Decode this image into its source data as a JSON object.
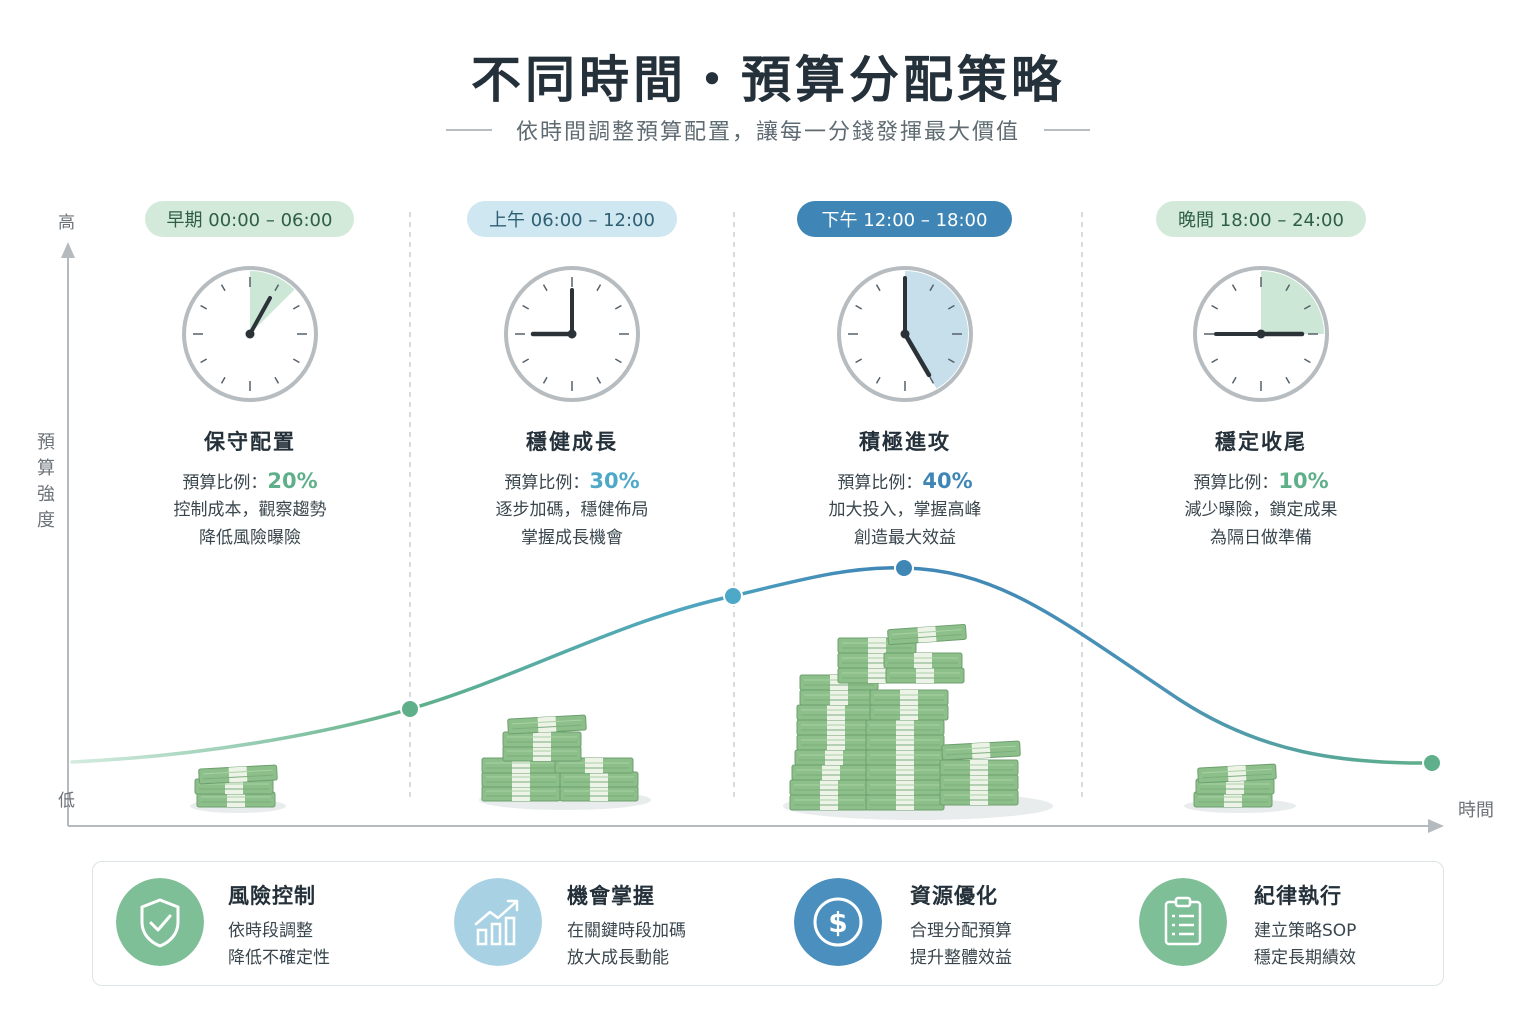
{
  "header": {
    "title": "不同時間・預算分配策略",
    "subtitle": "依時間調整預算配置，讓每一分錢發揮最大價值"
  },
  "axes": {
    "y_high": "高",
    "y_low": "低",
    "y_title": [
      "預",
      "算",
      "強",
      "度"
    ],
    "x_title": "時間"
  },
  "colors": {
    "green": "#5fb08a",
    "light_blue": "#5aa9c9",
    "mid_blue": "#3f86b6",
    "pill_green_bg": "#d3eadb",
    "pill_lightblue_bg": "#cfe7f1",
    "pill_blue_bg": "#3f86b6"
  },
  "phases": [
    {
      "time_label": "早期 00:00 – 06:00",
      "strategy": "保守配置",
      "ratio_label": "預算比例：",
      "ratio_value": "20%",
      "desc_line1": "控制成本，觀察趨勢",
      "desc_line2": "降低風險曝險",
      "clock_icon": "clock-1-oclock-icon",
      "money_icon": "small-cash-stack-icon"
    },
    {
      "time_label": "上午 06:00 – 12:00",
      "strategy": "穩健成長",
      "ratio_label": "預算比例：",
      "ratio_value": "30%",
      "desc_line1": "逐步加碼，穩健佈局",
      "desc_line2": "掌握成長機會",
      "clock_icon": "clock-9-oclock-icon",
      "money_icon": "medium-cash-stack-icon"
    },
    {
      "time_label": "下午 12:00 – 18:00",
      "strategy": "積極進攻",
      "ratio_label": "預算比例：",
      "ratio_value": "40%",
      "desc_line1": "加大投入，掌握高峰",
      "desc_line2": "創造最大效益",
      "clock_icon": "clock-5-oclock-icon",
      "money_icon": "large-cash-stack-icon"
    },
    {
      "time_label": "晚間 18:00 – 24:00",
      "strategy": "穩定收尾",
      "ratio_label": "預算比例：",
      "ratio_value": "10%",
      "desc_line1": "減少曝險，鎖定成果",
      "desc_line2": "為隔日做準備",
      "clock_icon": "clock-3-oclock-icon",
      "money_icon": "small-cash-stack-icon"
    }
  ],
  "features": [
    {
      "title": "風險控制",
      "line1": "依時段調整",
      "line2": "降低不確定性",
      "icon": "shield-check-icon"
    },
    {
      "title": "機會掌握",
      "line1": "在關鍵時段加碼",
      "line2": "放大成長動能",
      "icon": "growth-chart-icon"
    },
    {
      "title": "資源優化",
      "line1": "合理分配預算",
      "line2": "提升整體效益",
      "icon": "dollar-icon"
    },
    {
      "title": "紀律執行",
      "line1": "建立策略SOP",
      "line2": "穩定長期績效",
      "icon": "checklist-icon"
    }
  ]
}
